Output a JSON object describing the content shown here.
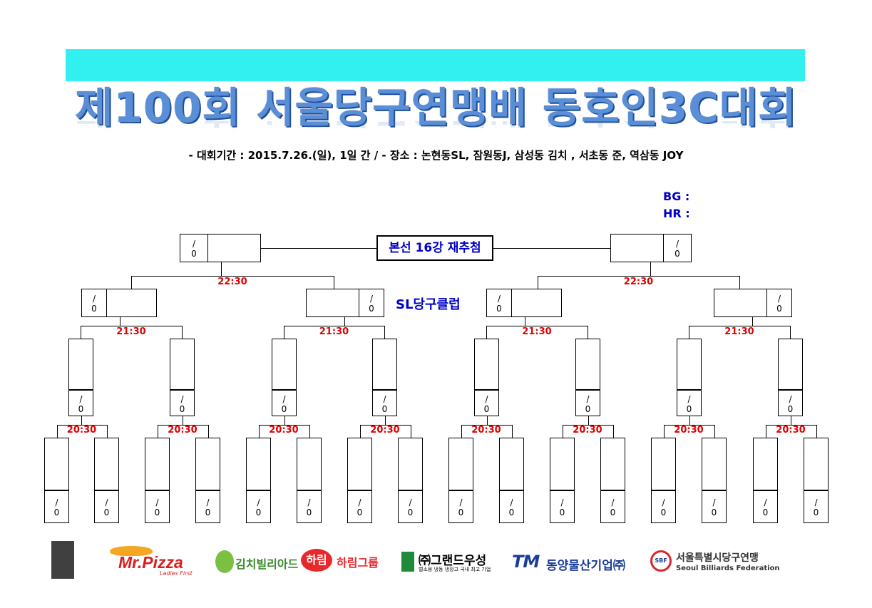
{
  "header": {
    "banner_color": "#33f0f0",
    "title": "제100회 서울당구연맹배 동호인3C대회",
    "info": "-  대회기간  :  2015.7.26.(일),  1일  간  /  -  장소  :  논현동SL,  잠원동J,  삼성동  김치  ,  서초동  준,  역삼동  JOY",
    "bg_label": "BG  :",
    "hr_label": "HR  :"
  },
  "bracket": {
    "center_label": "본선  16강  재추첨",
    "venue_label": "SL당구클럽",
    "score_placeholder": "0",
    "times": {
      "final_left": "22:30",
      "final_right": "22:30",
      "r2_1": "21:30",
      "r2_2": "21:30",
      "r2_3": "21:30",
      "r2_4": "21:30",
      "r1_1": "20:30",
      "r1_2": "20:30",
      "r1_3": "20:30",
      "r1_4": "20:30",
      "r1_5": "20:30",
      "r1_6": "20:30",
      "r1_7": "20:30",
      "r1_8": "20:30"
    }
  },
  "sponsors": {
    "mrpizza": "Mr.Pizza",
    "mrpizza_tag": "Ladies First",
    "kimchi": "김치빌리아드",
    "harim_badge": "하림",
    "harim": "하림그룹",
    "grand": "㈜그랜드우성",
    "grand_sub": "벌소용 냉동 냉장고 국내 최고 기업",
    "tm_logo": "TM",
    "dongyang": "동양물산기업㈜",
    "sbf_badge": "SBF",
    "sbf_kr": "서울특별시당구연맹",
    "sbf_en": "Seoul Billiards Federation"
  },
  "colors": {
    "title": "#5a8ed6",
    "time_red": "#e00000",
    "label_blue": "#0000cc"
  }
}
